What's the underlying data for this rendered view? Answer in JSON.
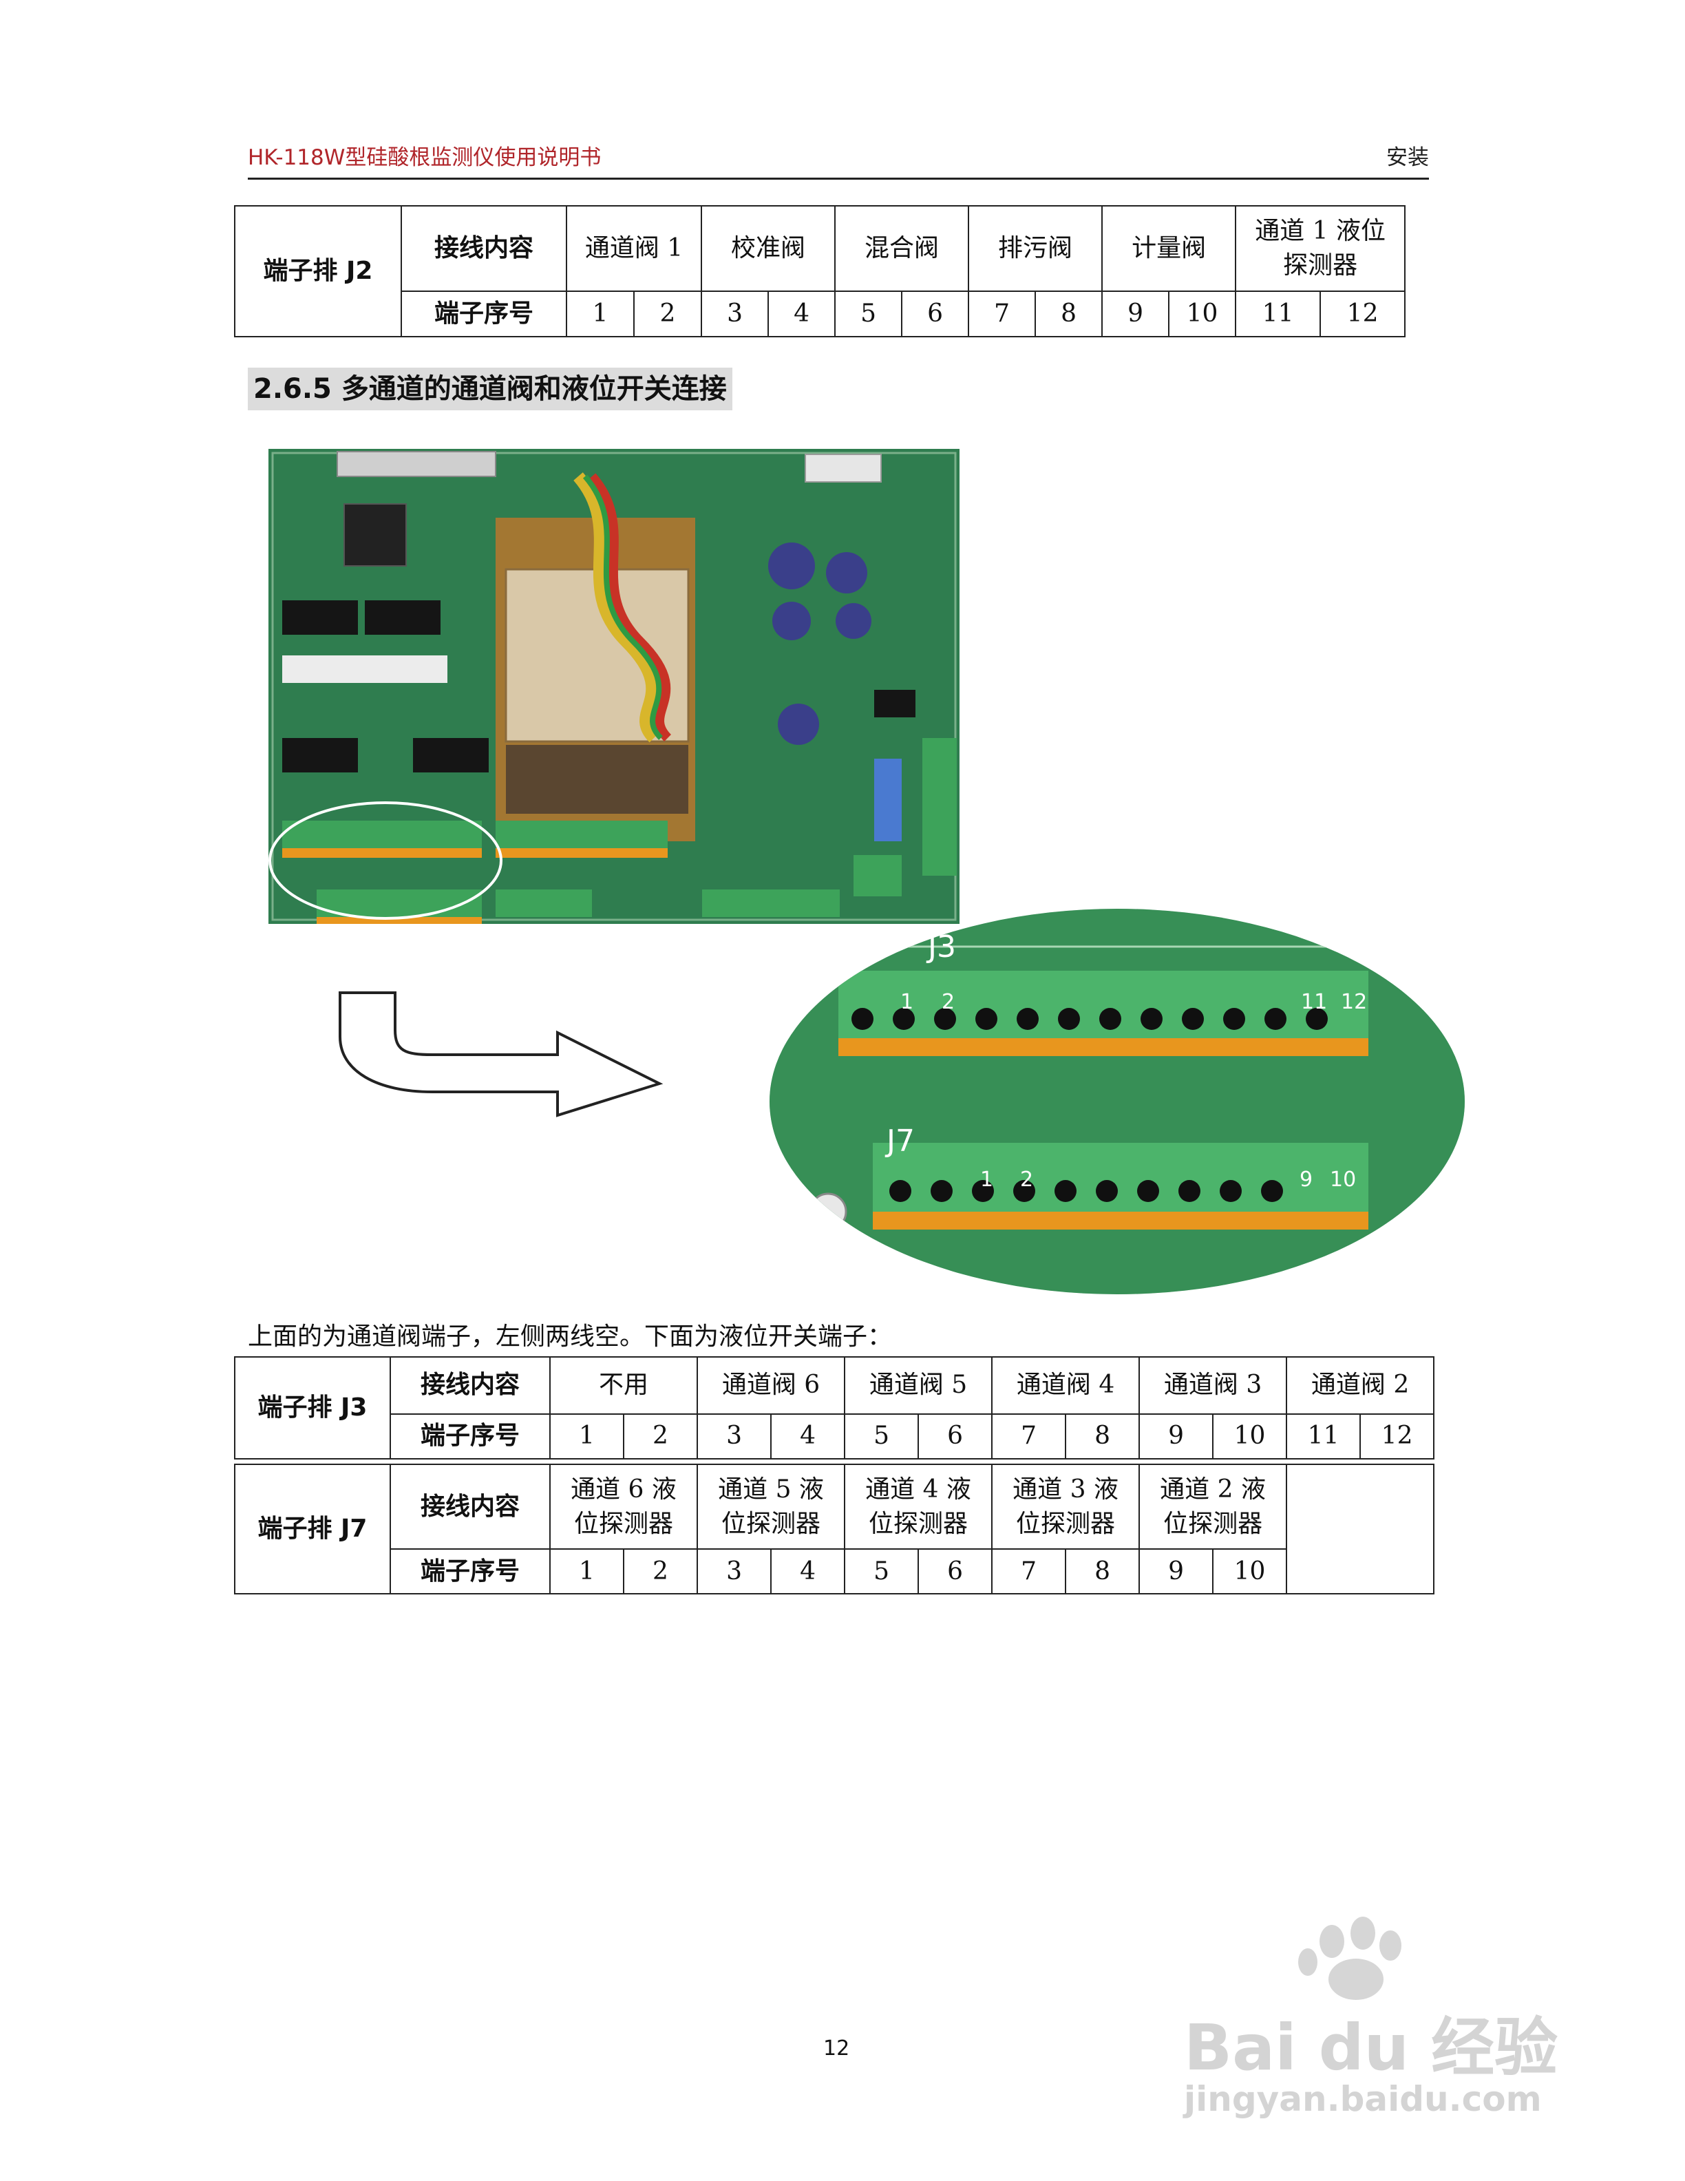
{
  "header": {
    "title": "HK-118W型硅酸根监测仪使用说明书",
    "section": "安装"
  },
  "table_j2": {
    "label": "端子排 J2",
    "row1_head": "接线内容",
    "row2_head": "端子序号",
    "contents": [
      "通道阀 1",
      "校准阀",
      "混合阀",
      "排污阀",
      "计量阀",
      "通道 1 液位探测器"
    ],
    "numbers": [
      "1",
      "2",
      "3",
      "4",
      "5",
      "6",
      "7",
      "8",
      "9",
      "10",
      "11",
      "12"
    ]
  },
  "heading": "2.6.5  多通道的通道阀和液位开关连接",
  "zoom": {
    "j3_label": "J3",
    "j7_label": "J7",
    "j3_pins": [
      "1",
      "2",
      "11",
      "12"
    ],
    "j7_pins": [
      "1",
      "2",
      "9",
      "10"
    ]
  },
  "caption": "上面的为通道阀端子，左侧两线空。下面为液位开关端子：",
  "table_j3": {
    "label": "端子排 J3",
    "row1_head": "接线内容",
    "row2_head": "端子序号",
    "contents": [
      "不用",
      "通道阀 6",
      "通道阀 5",
      "通道阀 4",
      "通道阀 3",
      "通道阀 2"
    ],
    "numbers": [
      "1",
      "2",
      "3",
      "4",
      "5",
      "6",
      "7",
      "8",
      "9",
      "10",
      "11",
      "12"
    ]
  },
  "table_j7": {
    "label": "端子排 J7",
    "row1_head": "接线内容",
    "row2_head": "端子序号",
    "contents": [
      "通道 6 液位探测器",
      "通道 5 液位探测器",
      "通道 4 液位探测器",
      "通道 3 液位探测器",
      "通道 2 液位探测器"
    ],
    "numbers": [
      "1",
      "2",
      "3",
      "4",
      "5",
      "6",
      "7",
      "8",
      "9",
      "10"
    ]
  },
  "page_number": "12",
  "watermark": {
    "brand": "Bai du 经验",
    "url": "jingyan.baidu.com"
  },
  "colors": {
    "header_title": "#b0252a",
    "pcb_green": "#2e8b57",
    "terminal_orange": "#e8961e"
  }
}
